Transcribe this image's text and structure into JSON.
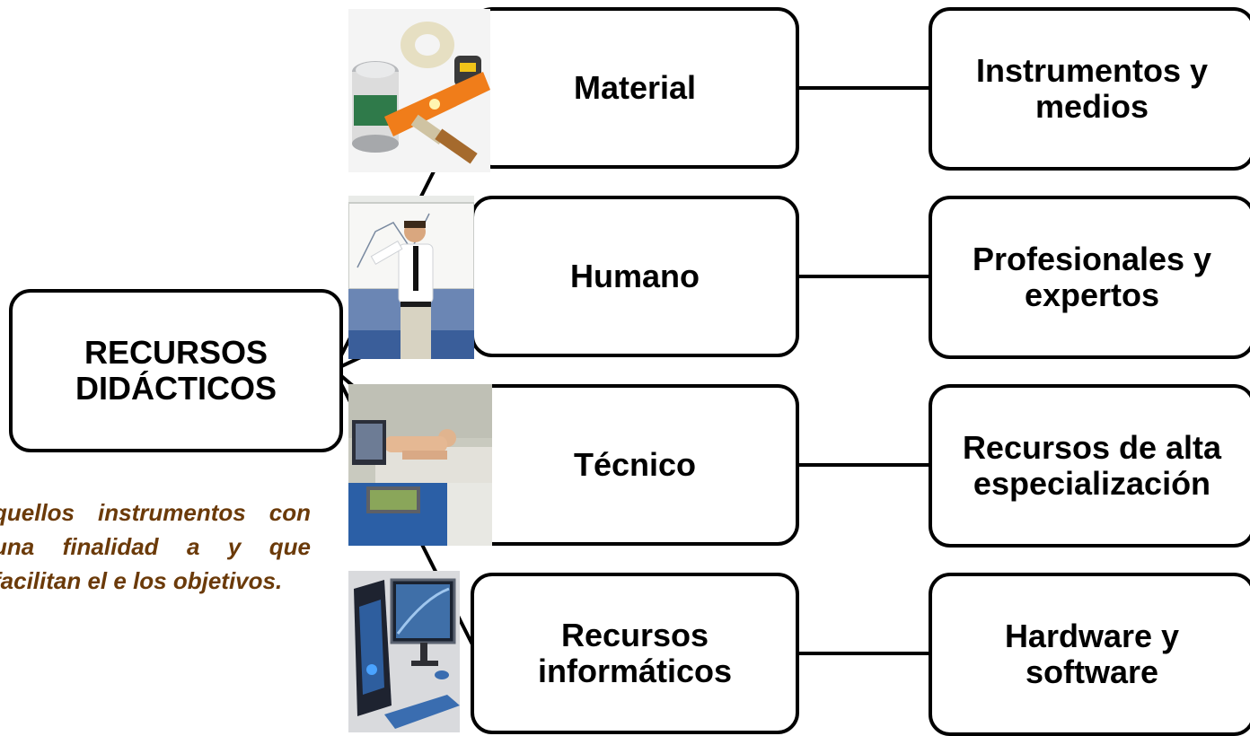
{
  "root": {
    "label": "RECURSOS DIDÁCTICOS"
  },
  "definition": {
    "text": "quellos instrumentos con una finalidad a y que facilitan el e los objetivos."
  },
  "categories": [
    {
      "label": "Material",
      "detail": "Instrumentos y medios",
      "picture": "paint-tools-photo"
    },
    {
      "label": "Humano",
      "detail": "Profesionales y expertos",
      "picture": "teacher-at-whiteboard-photo"
    },
    {
      "label": "Técnico",
      "detail": "Recursos de alta especialización",
      "picture": "medical-simulation-lab-photo"
    },
    {
      "label": "Recursos informáticos",
      "detail": "Hardware y software",
      "picture": "desktop-computer-photo"
    }
  ],
  "colors": {
    "border": "#000000",
    "definition_text": "#6b3a09",
    "background": "#ffffff"
  }
}
